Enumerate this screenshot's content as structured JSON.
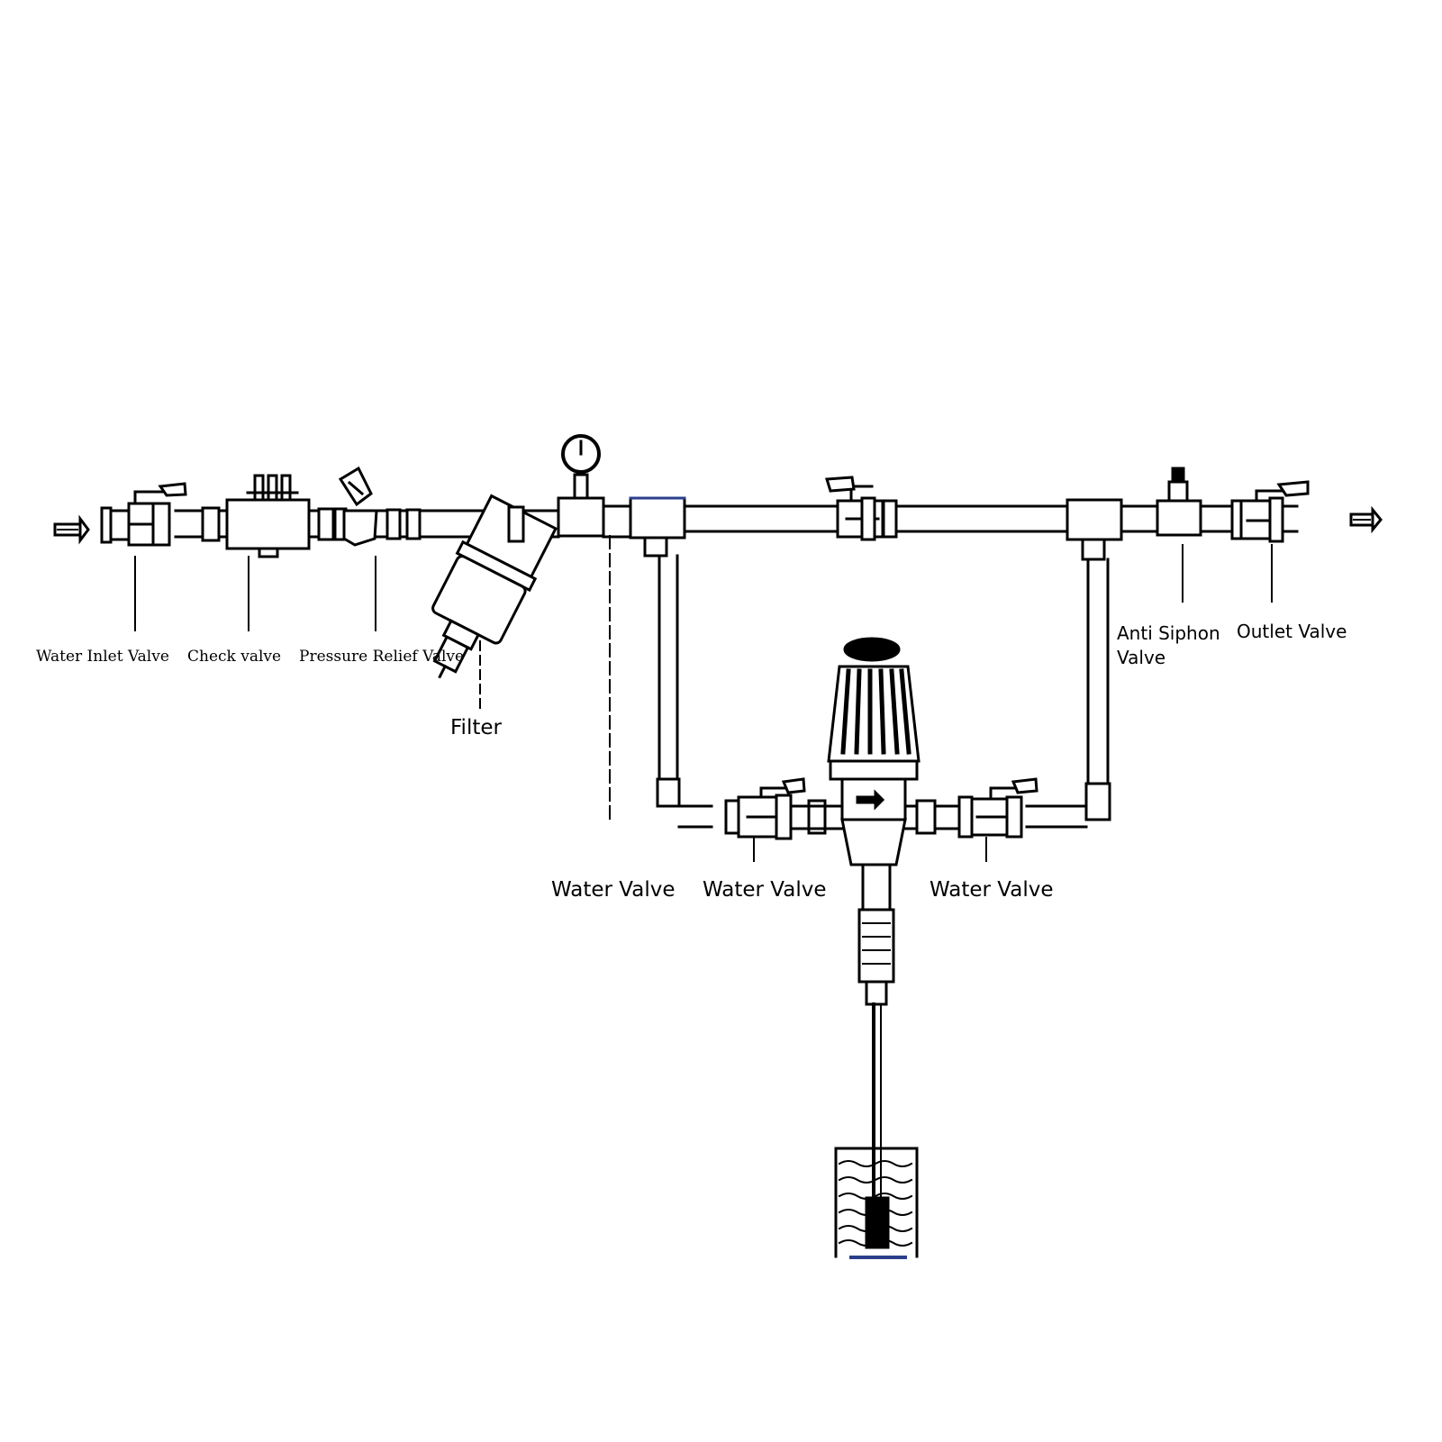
{
  "labels": {
    "water_inlet_valve": "Water Inlet Valve",
    "check_valve": "Check valve",
    "pressure_relief_valve": "Pressure Relief Valve",
    "filter": "Filter",
    "water_valve_1": "Water Valve",
    "water_valve_2": "Water Valve",
    "water_valve_3": "Water Valve",
    "anti_siphon_valve_line1": "Anti Siphon",
    "anti_siphon_valve_line2": "Valve",
    "outlet_valve": "Outlet Valve"
  },
  "colors": {
    "line": "#000000",
    "background": "#ffffff",
    "accent": "#2b3f8c"
  },
  "icons": {
    "inlet_arrow": "arrow-right-icon",
    "outlet_arrow": "arrow-right-icon",
    "pressure_gauge": "gauge-icon"
  }
}
